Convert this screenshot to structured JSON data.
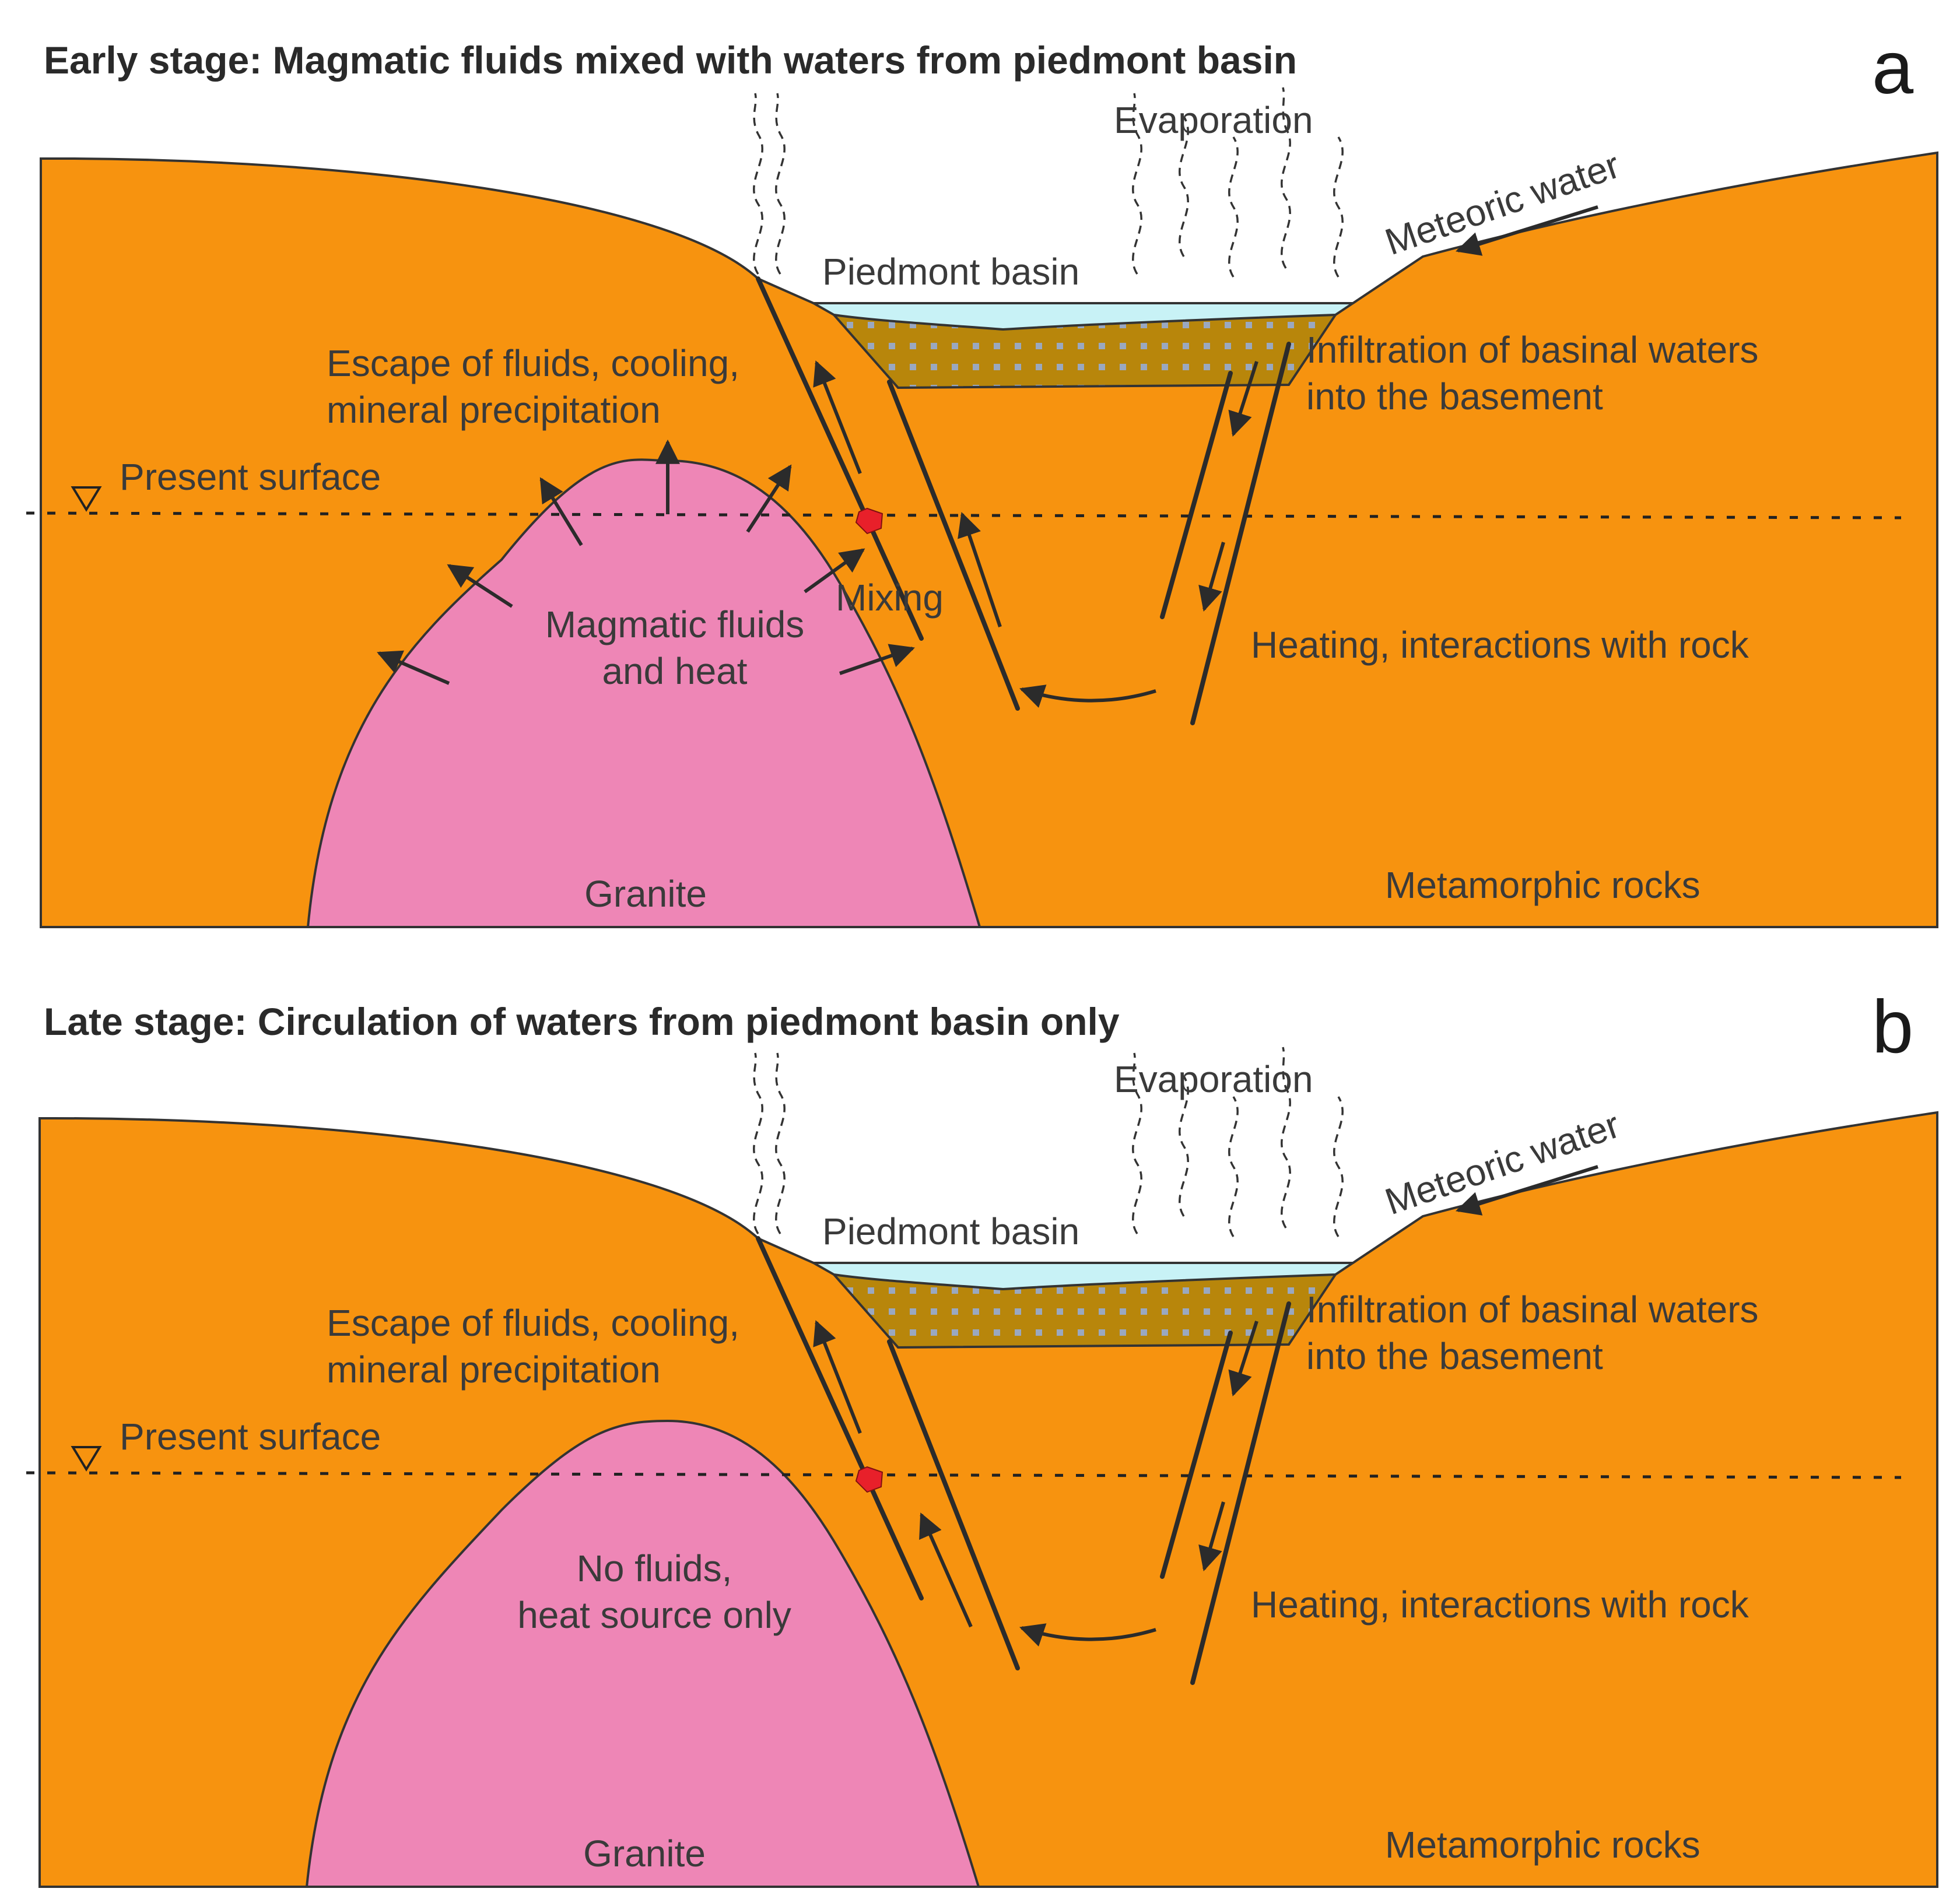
{
  "panels": [
    {
      "id": "a",
      "letter": "a",
      "title": "Early stage: Magmatic fluids mixed with waters from piedmont basin",
      "evaporation": "Evaporation",
      "meteoric_water": "Meteoric water",
      "piedmont_basin": "Piedmont basin",
      "escape_line1": "Escape of fluids, cooling,",
      "escape_line2": "mineral precipitation",
      "present_surface": "Present surface",
      "infiltration_line1": "Infiltration of basinal waters",
      "infiltration_line2": "into the basement",
      "heating": "Heating, interactions with rock",
      "mixing": "Mixing",
      "granite_note_line1": "Magmatic fluids",
      "granite_note_line2": "and heat",
      "granite": "Granite",
      "metamorphic": "Metamorphic rocks"
    },
    {
      "id": "b",
      "letter": "b",
      "title": "Late stage: Circulation of waters from piedmont basin only",
      "evaporation": "Evaporation",
      "meteoric_water": "Meteoric water",
      "piedmont_basin": "Piedmont basin",
      "escape_line1": "Escape of fluids, cooling,",
      "escape_line2": "mineral precipitation",
      "present_surface": "Present surface",
      "infiltration_line1": "Infiltration of basinal waters",
      "infiltration_line2": "into the basement",
      "heating": "Heating, interactions with rock",
      "granite_note_line1": "No fluids,",
      "granite_note_line2": "heat source only",
      "granite": "Granite",
      "metamorphic": "Metamorphic rocks"
    }
  ],
  "colors": {
    "metamorphic_rock": "#f7930f",
    "granite": "#ee86b6",
    "basin_sediment": "#b8860b",
    "basin_water": "#c8f2f6",
    "sample_marker": "#e8202a"
  }
}
